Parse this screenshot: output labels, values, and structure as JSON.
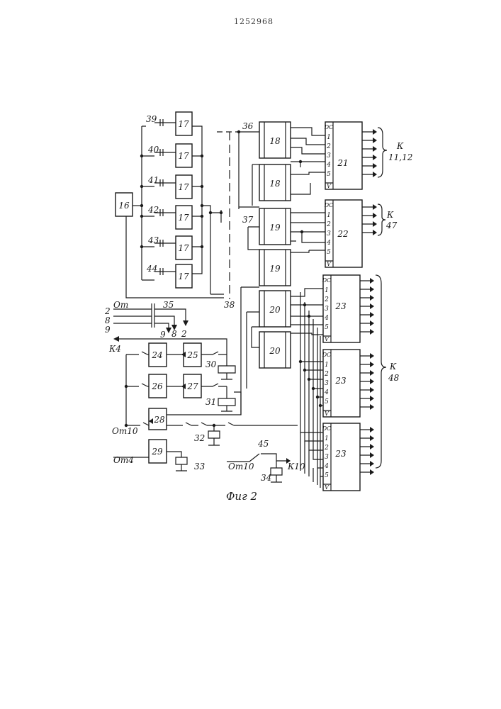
{
  "document": {
    "number": "1252968",
    "figure_caption": "Фиг 2"
  },
  "labels": {
    "b16": "16",
    "b17": "17",
    "b18": "18",
    "b19": "19",
    "b20": "20",
    "b21": "21",
    "b22": "22",
    "b23": "23",
    "b24": "24",
    "b25": "25",
    "b26": "26",
    "b27": "27",
    "b28": "28",
    "b29": "29",
    "n30": "30",
    "n31": "31",
    "n32": "32",
    "n33": "33",
    "n34": "34",
    "n35": "35",
    "n36": "36",
    "n37": "37",
    "n38": "38",
    "n39": "39",
    "n40": "40",
    "n41": "41",
    "n42": "42",
    "n43": "43",
    "n44": "44",
    "n45": "45",
    "dc": "DC",
    "v": "V",
    "p1": "1",
    "p2": "2",
    "p3": "3",
    "p4": "4",
    "p5": "5",
    "k": "К",
    "k_11_12": "11,12",
    "k_47": "47",
    "k_48": "48",
    "ot": "От",
    "in2": "2",
    "in8": "8",
    "in9": "9",
    "out9": "9",
    "out8": "8",
    "out2": "2",
    "k4": "К4",
    "ot10_a": "От10",
    "ot4": "От4",
    "ot10_b": "От10",
    "k10": "К10"
  }
}
